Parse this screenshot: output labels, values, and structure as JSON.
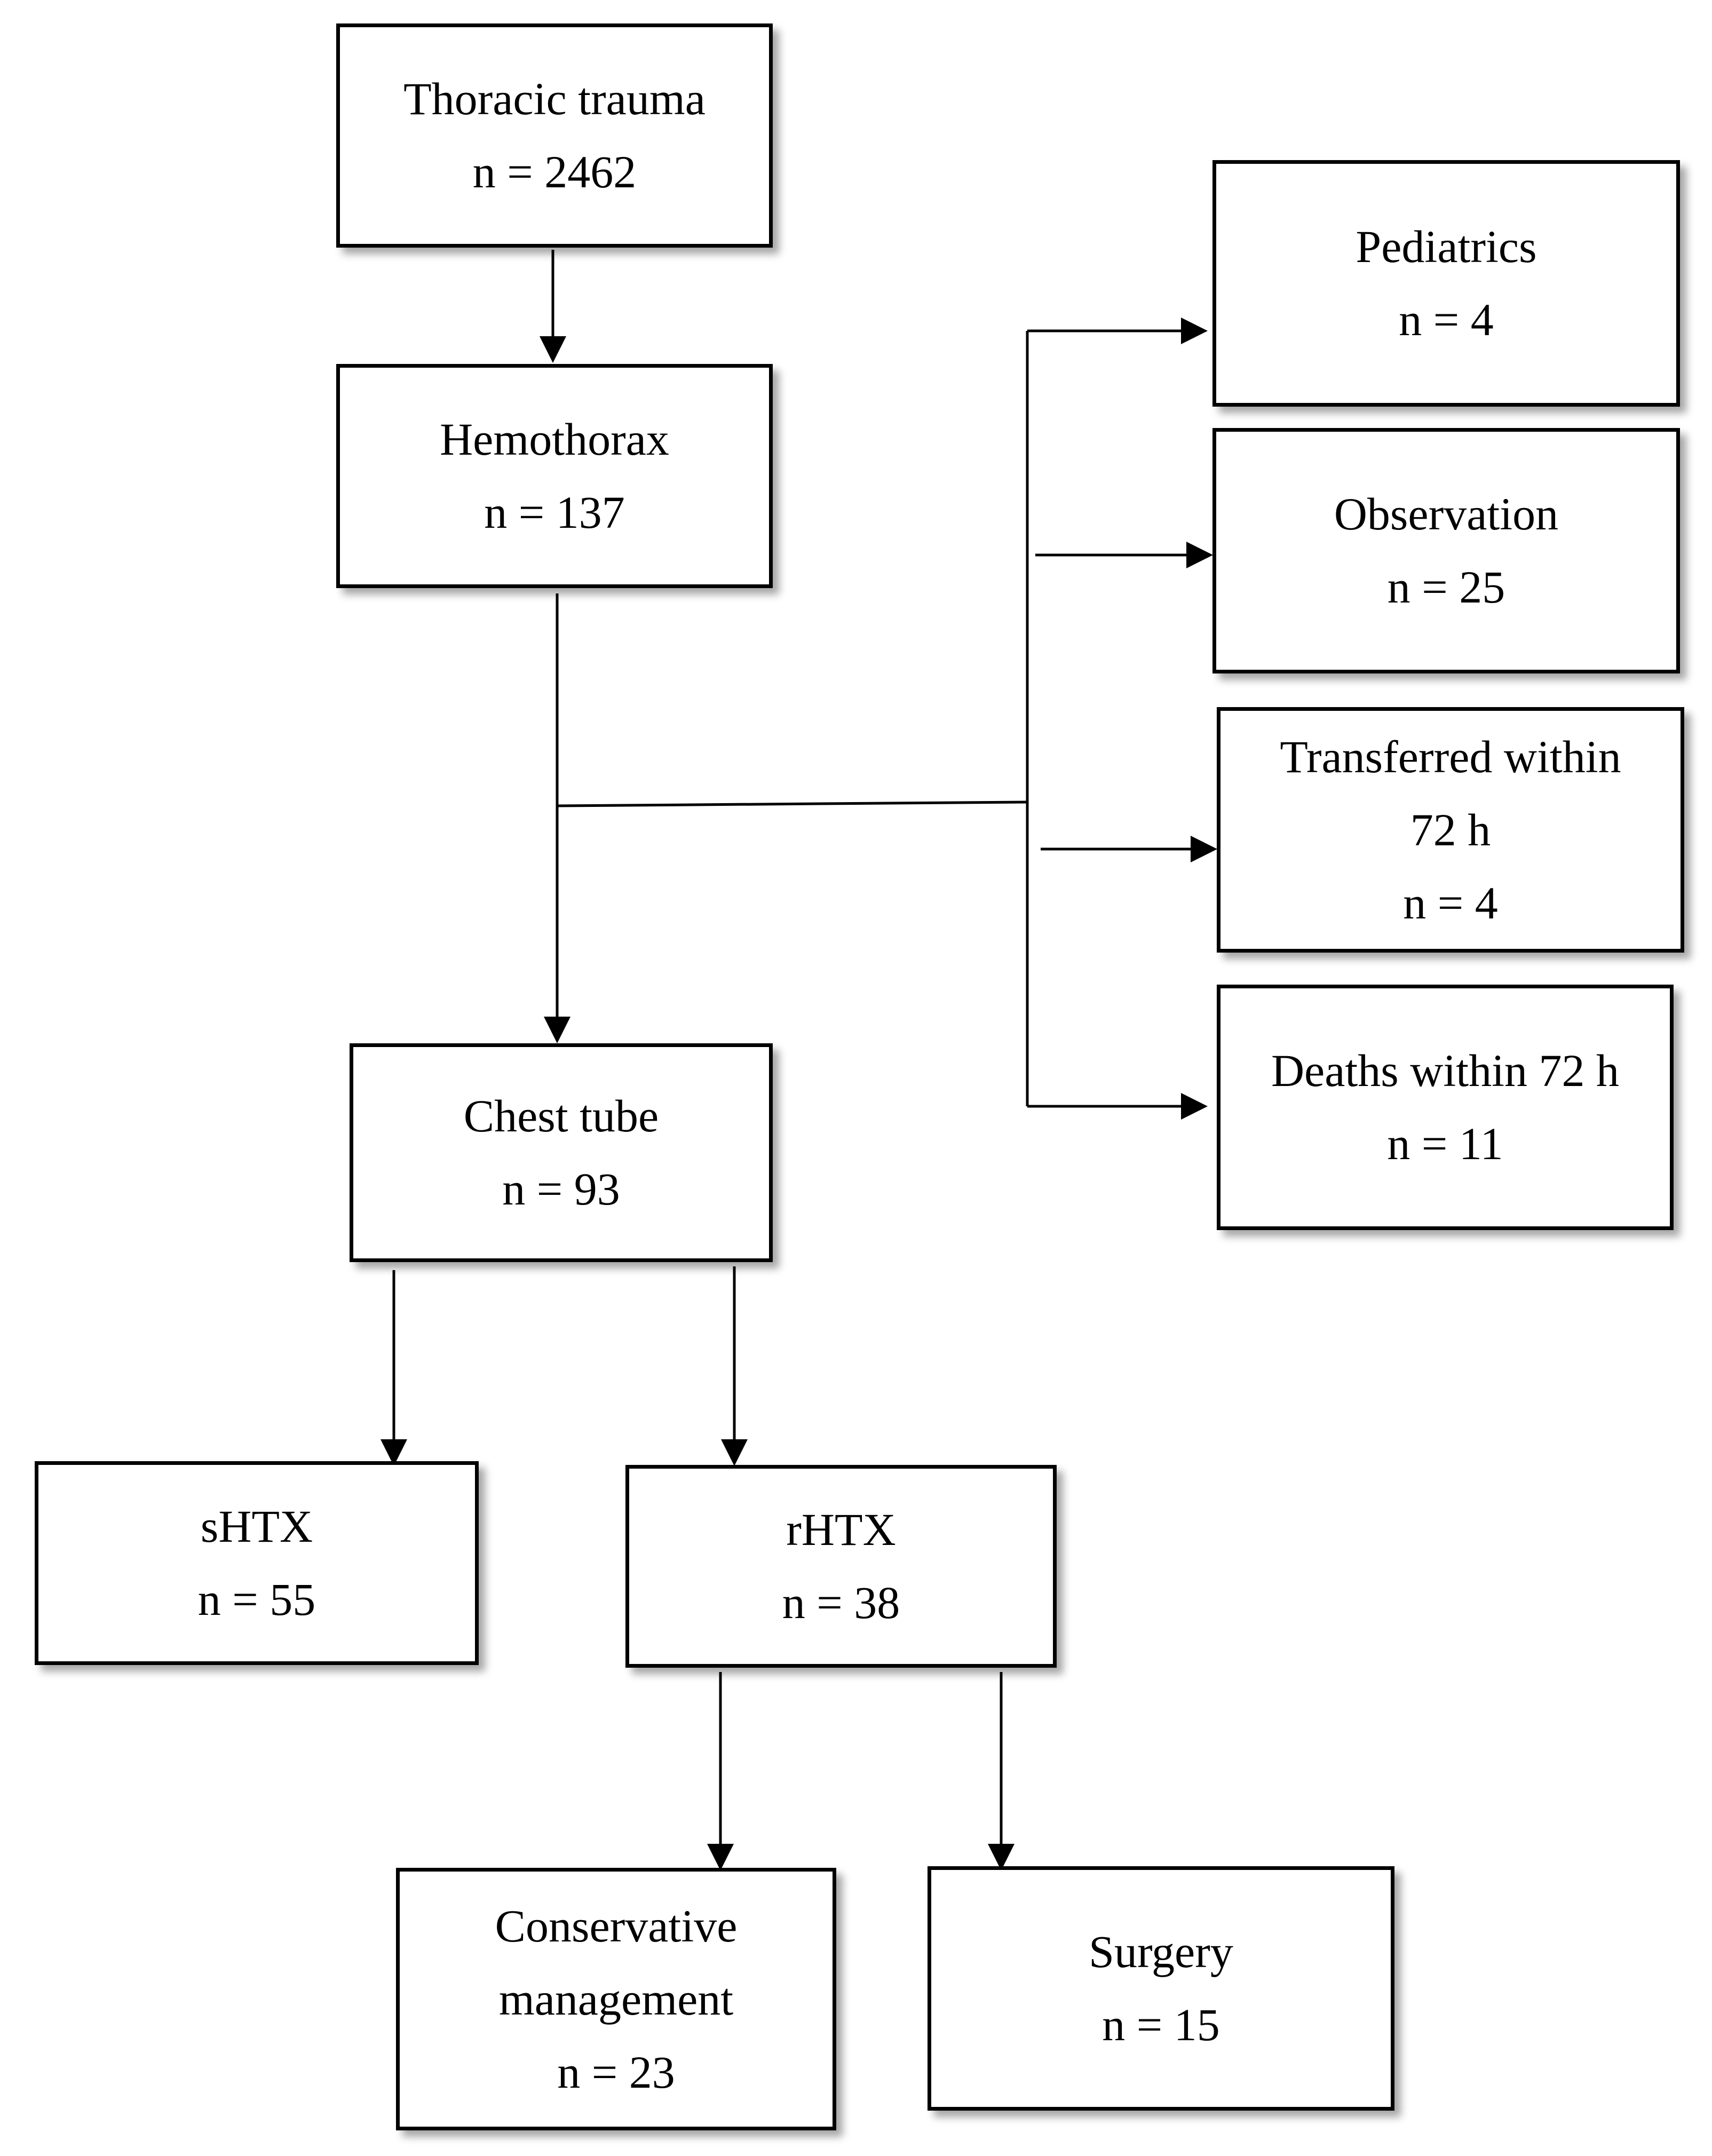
{
  "nodes": {
    "thoracic_trauma": {
      "label": "Thoracic trauma",
      "count": "n = 2462"
    },
    "hemothorax": {
      "label": "Hemothorax",
      "count": "n = 137"
    },
    "pediatrics": {
      "label": "Pediatrics",
      "count": "n = 4"
    },
    "observation": {
      "label": "Observation",
      "count": "n = 25"
    },
    "transferred": {
      "label_line1": "Transferred within",
      "label_line2": "72 h",
      "count": "n = 4"
    },
    "deaths": {
      "label": "Deaths within 72 h",
      "count": "n = 11"
    },
    "chest_tube": {
      "label": "Chest tube",
      "count": "n = 93"
    },
    "shtx": {
      "label": "sHTX",
      "count": "n = 55"
    },
    "rhtx": {
      "label": "rHTX",
      "count": "n = 38"
    },
    "conservative": {
      "label_line1": "Conservative",
      "label_line2": "management",
      "count": "n = 23"
    },
    "surgery": {
      "label": "Surgery",
      "count": "n = 15"
    }
  }
}
